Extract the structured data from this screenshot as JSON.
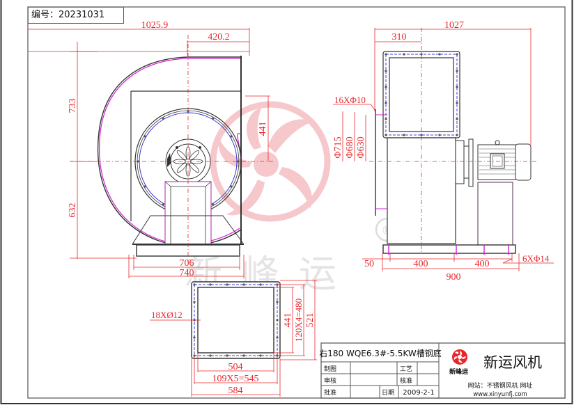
{
  "header": {
    "drawing_number_label": "编号：",
    "drawing_number": "20231031"
  },
  "colors": {
    "dimension": "#e8262a",
    "outline": "#333333",
    "volute": "#d21fd2",
    "bolt_circle": "#3a3ad8",
    "watermark": "#f3b8bd"
  },
  "front_view": {
    "dims": {
      "overall_width": "1025.9",
      "outlet_offset": "420.2",
      "top_height": "733",
      "bottom_height": "632",
      "outlet_height": "441",
      "base_inner": "706",
      "base_outer": "740"
    }
  },
  "side_view": {
    "dims": {
      "overall_length": "1027",
      "outlet_offset": "310",
      "flange_holes": "16XΦ10",
      "dia_outer": "Φ715",
      "dia_bolt": "Φ680",
      "dia_inner": "Φ630",
      "base_edge": "50",
      "base_span_1": "400",
      "base_span_2": "400",
      "base_total": "900",
      "base_holes": "6XΦ14"
    }
  },
  "outlet_flange": {
    "dims": {
      "holes": "18XØ12",
      "inner_height": "441",
      "bolt_height": "120X4=480",
      "outer_height": "521",
      "inner_width": "504",
      "bolt_width": "109X5=545",
      "outer_width": "584"
    }
  },
  "watermark": {
    "text": "新峰运",
    "registered": "®"
  },
  "title_block": {
    "model": "右180 WQE6.3#-5.5KW槽钢底",
    "rows": [
      {
        "label": "制图",
        "value": "",
        "label2": "工艺",
        "value2": ""
      },
      {
        "label": "审核",
        "value": "",
        "label2": "核准",
        "value2": ""
      },
      {
        "label": "批准",
        "value": "",
        "label2": "日期",
        "value2": "2009-2-1"
      }
    ],
    "company_logo_text": "新峰运",
    "company_name": "新运风机",
    "website_label": "网站：不锈钢风机 网址",
    "website_url": "www.xinyunfj.com"
  }
}
